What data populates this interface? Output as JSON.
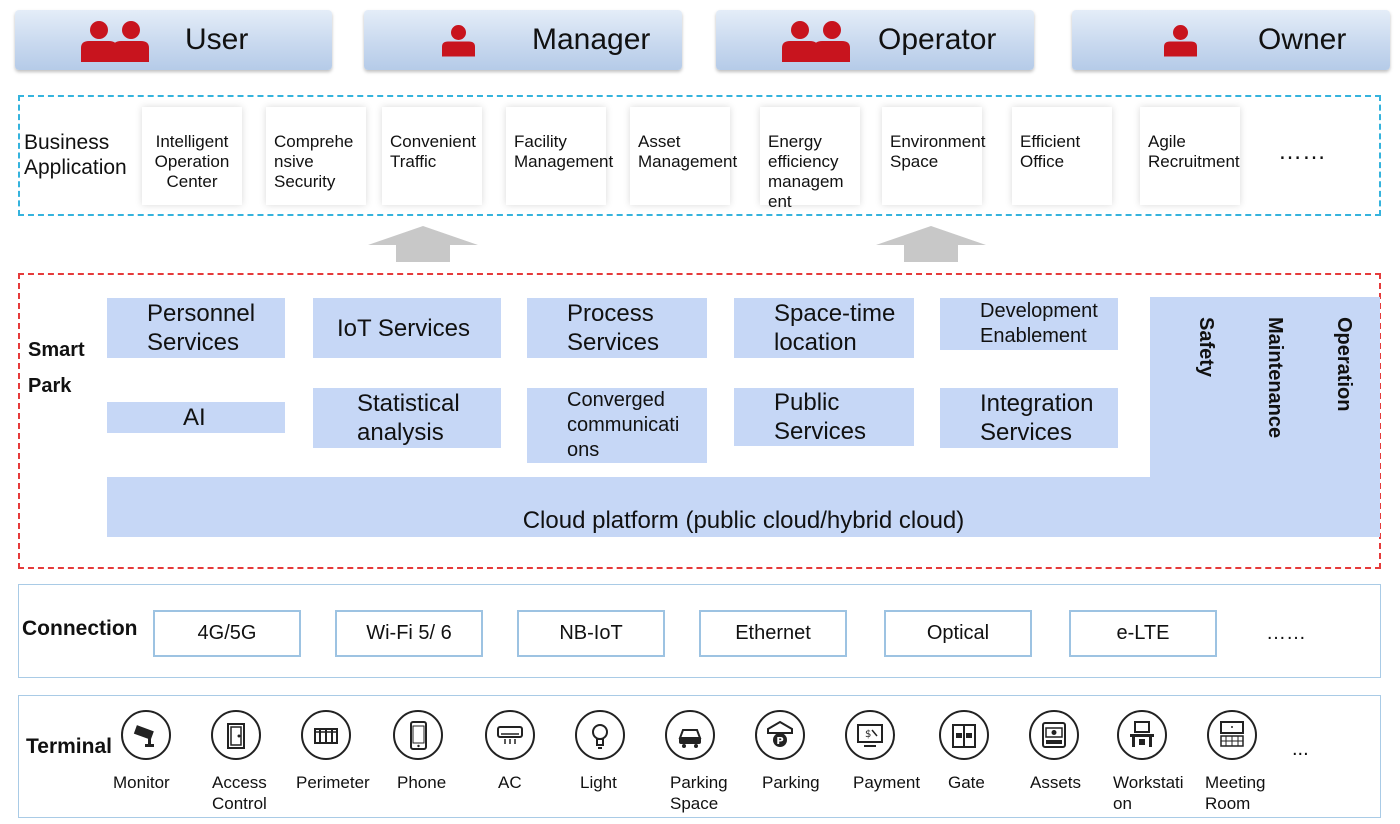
{
  "roles": [
    "User",
    "Manager",
    "Operator",
    "Owner"
  ],
  "business": {
    "title_line1": "Business",
    "title_line2": "Application",
    "apps": [
      [
        "Intelligent",
        "Operation",
        "Center"
      ],
      [
        "Comprehe",
        "nsive",
        "Security"
      ],
      [
        "Convenient",
        "Traffic"
      ],
      [
        "Facility",
        "Management"
      ],
      [
        "Asset",
        "Management"
      ],
      [
        "Energy",
        "efficiency",
        "managem",
        "ent"
      ],
      [
        "Environment",
        "Space"
      ],
      [
        "Efficient",
        "Office"
      ],
      [
        "Agile",
        "Recruitment"
      ]
    ],
    "more": "……"
  },
  "smart_park": {
    "title_line1": "Smart",
    "title_line2": "Park",
    "services": [
      [
        "Personnel",
        "Services"
      ],
      [
        "IoT Services"
      ],
      [
        "Process",
        "Services"
      ],
      [
        "Space-time",
        "location"
      ],
      [
        "Development",
        "Enablement"
      ],
      [
        "AI"
      ],
      [
        "Statistical",
        "analysis"
      ],
      [
        "Converged",
        "communicati",
        "ons"
      ],
      [
        "Public",
        "Services"
      ],
      [
        "Integration",
        "Services"
      ]
    ],
    "cloud": "Cloud platform (public cloud/hybrid cloud)",
    "side": [
      "Safety",
      "Maintenance",
      "Operation"
    ]
  },
  "connection": {
    "title": "Connection",
    "items": [
      "4G/5G",
      "Wi-Fi 5/ 6",
      "NB-IoT",
      "Ethernet",
      "Optical",
      "e-LTE"
    ],
    "more": "……"
  },
  "terminal": {
    "title": "Terminal",
    "items": [
      {
        "label": [
          "Monitor"
        ],
        "icon": "camera-icon"
      },
      {
        "label": [
          "Access",
          "Control"
        ],
        "icon": "door-icon"
      },
      {
        "label": [
          "Perimeter"
        ],
        "icon": "fence-icon"
      },
      {
        "label": [
          "Phone"
        ],
        "icon": "phone-icon"
      },
      {
        "label": [
          "AC"
        ],
        "icon": "ac-icon"
      },
      {
        "label": [
          "Light"
        ],
        "icon": "bulb-icon"
      },
      {
        "label": [
          "Parking",
          "Space"
        ],
        "icon": "car-icon"
      },
      {
        "label": [
          "Parking"
        ],
        "icon": "parking-icon"
      },
      {
        "label": [
          "Payment"
        ],
        "icon": "payment-icon"
      },
      {
        "label": [
          "Gate"
        ],
        "icon": "gate-icon"
      },
      {
        "label": [
          "Assets"
        ],
        "icon": "safe-icon"
      },
      {
        "label": [
          "Workstati",
          "on"
        ],
        "icon": "workstation-icon"
      },
      {
        "label": [
          "Meeting",
          "Room"
        ],
        "icon": "meeting-room-icon"
      }
    ],
    "more": "..."
  },
  "colors": {
    "role_icon": "#c8141e",
    "service_fill": "#c6d7f6",
    "business_border": "#35b3dd",
    "smart_park_border": "#e53b3b",
    "box_border": "#9dc3e2"
  }
}
